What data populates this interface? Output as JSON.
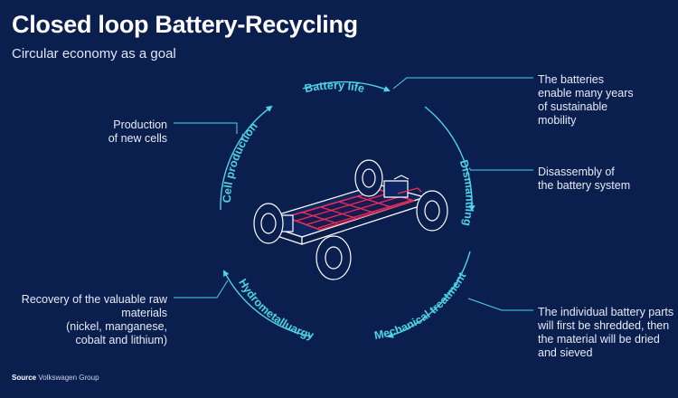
{
  "header": {
    "title": "Closed loop Battery-Recycling",
    "subtitle": "Circular economy as a goal"
  },
  "stages": {
    "battery_life": "Battery life",
    "dismantling": "Dismantling",
    "mechanical_treatment": "Mechanical treatment",
    "hydrometallurgy": "Hydrometalluargy",
    "cell_production": "Cell production"
  },
  "notes": {
    "battery_life": [
      "The batteries",
      "enable many years",
      "of sustainable",
      "mobility"
    ],
    "dismantling": [
      "Disassembly of",
      "the battery system"
    ],
    "mechanical_treatment": [
      "The individual battery parts",
      "will first be shredded, then",
      "the material will be dried",
      "and sieved"
    ],
    "hydrometallurgy": [
      "Recovery of the valuable raw",
      "materials",
      "(nickel, manganese,",
      "cobalt and lithium)"
    ],
    "cell_production": [
      "Production",
      "of new cells"
    ]
  },
  "source": {
    "label": "Source",
    "text": "Volkswagen Group"
  },
  "colors": {
    "background": "#0b1f4f",
    "accent": "#4cd3e8",
    "battery": "#e8325a",
    "chassis_line": "#ffffff"
  }
}
